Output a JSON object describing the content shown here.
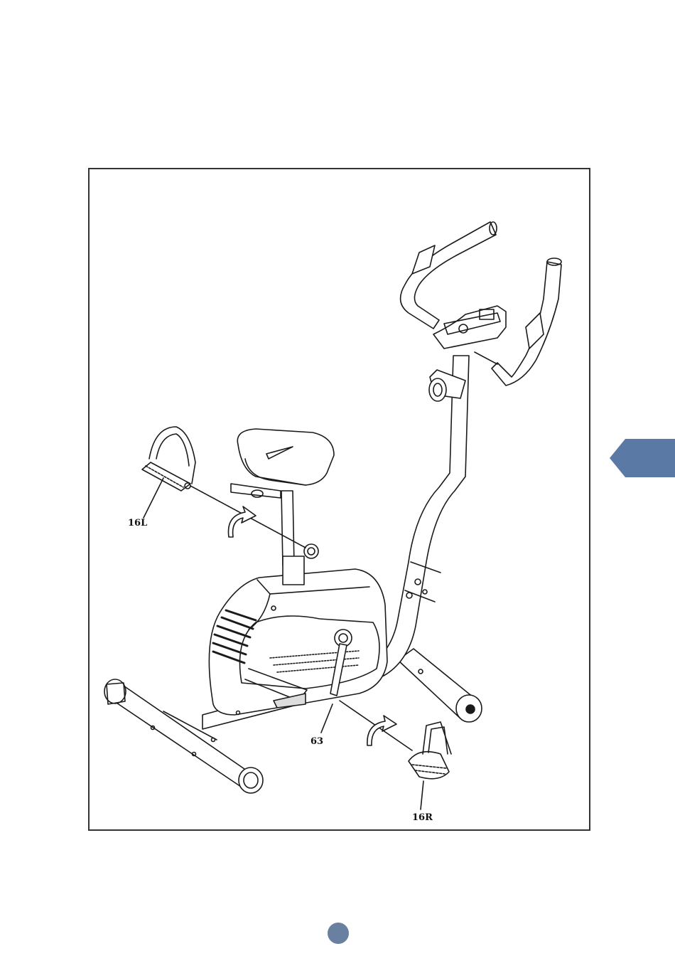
{
  "labels": {
    "left_pedal": "16L",
    "crank": "63",
    "right_pedal": "16R"
  },
  "colors": {
    "tab": "#5a7aa5",
    "dot": "#6a80a0",
    "frame": "#333333",
    "ink": "#1a1a1a"
  },
  "icons": {
    "side_tab": "tab-arrow-left-shape",
    "page_marker": "circle-dot"
  }
}
